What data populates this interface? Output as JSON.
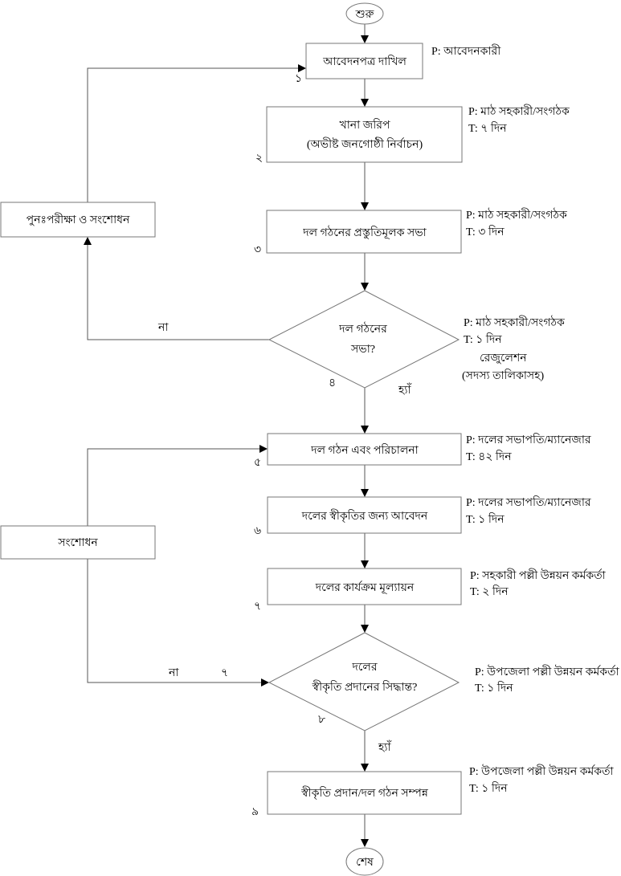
{
  "start": "শুরু",
  "end": "শেষ",
  "steps": [
    {
      "num": "১",
      "lines": [
        "আবেদনপত্র দাখিল"
      ],
      "p": "P: আবেদনকারী"
    },
    {
      "num": "২",
      "lines": [
        "খানা জরিপ",
        "(অভীষ্ট জনগোষ্ঠী নির্বাচন)"
      ],
      "p": "P: মাঠ সহকারী/সংগঠক",
      "t": "T: ৭ দিন"
    },
    {
      "num": "৩",
      "lines": [
        "দল গঠনের প্রস্তুতিমূলক সভা"
      ],
      "p": "P: মাঠ সহকারী/সংগঠক",
      "t": "T: ৩ দিন"
    },
    {
      "num": "৪",
      "lines": [
        "দল গঠনের",
        "সভা?"
      ],
      "p": "P: মাঠ সহকারী/সংগঠক",
      "t": "T: ১ দিন",
      "note": [
        "রেজুলেশন",
        "(সদস্য তালিকাসহ)"
      ],
      "yes": "হ্যাঁ",
      "no": "না"
    },
    {
      "num": "৫",
      "lines": [
        "দল গঠন এবং পরিচালনা"
      ],
      "p": "P: দলের সভাপতি/ম্যানেজার",
      "t": "T: ৪২ দিন"
    },
    {
      "num": "৬",
      "lines": [
        "দলের স্বীকৃতির জন্য আবেদন"
      ],
      "p": "P: দলের সভাপতি/ম্যানেজার",
      "t": "T: ১ দিন"
    },
    {
      "num": "৭",
      "lines": [
        "দলের কার্যক্রম মূল্যায়ন"
      ],
      "p": "P: সহকারী পল্লী উন্নয়ন কর্মকর্তা",
      "t": "T: ২ দিন"
    },
    {
      "num": "৮",
      "lines": [
        "দলের",
        "স্বীকৃতি প্রদানের সিদ্ধান্ত?"
      ],
      "p": "P: উপজেলা পল্লী উন্নয়ন কর্মকর্তা",
      "t": "T: ১ দিন",
      "yes": "হ্যাঁ",
      "no": "না",
      "no_num": "৭"
    },
    {
      "num": "৯",
      "lines": [
        "স্বীকৃতি প্রদান/দল গঠন সম্পন্ন"
      ],
      "p": "P: উপজেলা পল্লী উন্নয়ন কর্মকর্তা",
      "t": "T: ১ দিন"
    }
  ],
  "loops": {
    "recheck": "পুনঃপরীক্ষা ও সংশোধন",
    "revise": "সংশোধন"
  }
}
